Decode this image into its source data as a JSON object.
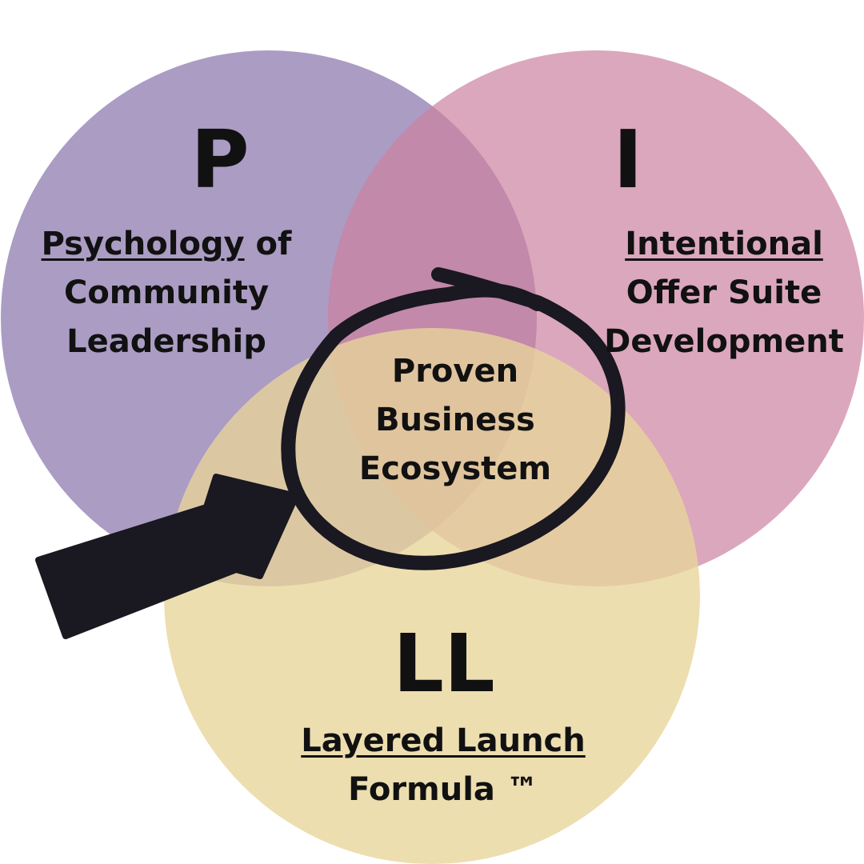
{
  "colors": {
    "background": "#ffffff",
    "circle_p": "#8f7bb0",
    "circle_i": "#cc82a0",
    "circle_ll": "#e8d59a",
    "ink": "#1a1820"
  },
  "circles": {
    "p": {
      "letter": "P",
      "line1_underlined": "Psychology",
      "line1_rest": " of",
      "line2": "Community",
      "line3": "Leadership"
    },
    "i": {
      "letter": "I",
      "line1": "Intentional",
      "line2": "Offer Suite",
      "line3": "Development"
    },
    "ll": {
      "letter": "LL",
      "line1": "Layered Launch",
      "line2": "Formula ™"
    }
  },
  "center": {
    "line1": "Proven",
    "line2": "Business",
    "line3": "Ecosystem"
  }
}
